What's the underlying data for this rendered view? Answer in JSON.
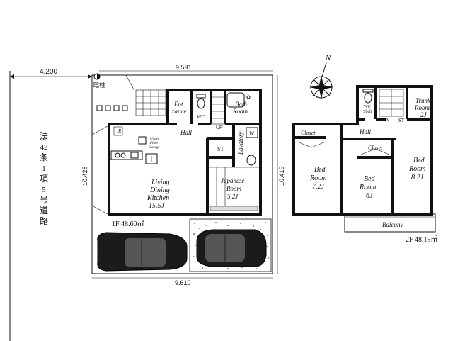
{
  "road": {
    "width_label": "4.200",
    "note_chars": [
      "法",
      "42",
      "条",
      "1",
      "項",
      "5",
      "号",
      "道",
      "路"
    ]
  },
  "site": {
    "pole_label": "電柱",
    "top_dim": "9.591",
    "bottom_dim": "9.610",
    "left_dim": "10.428",
    "right_dim": "10.419"
  },
  "floor1": {
    "area_label": "1F  48.60㎡",
    "rooms": {
      "entrance": [
        "Ent",
        "rance"
      ],
      "wc": "WC",
      "bath": [
        "Bath",
        "Room"
      ],
      "hall": "Hall",
      "up": "UP",
      "lavatory": "Lavatory",
      "w": "W",
      "st": "ST",
      "storage": [
        "Under",
        "Floor",
        "Storage"
      ],
      "r": "R",
      "ldk": [
        "Living",
        "Dining",
        "Kitchen",
        "15.5J"
      ],
      "japanese": [
        "Japanese",
        "Room",
        "5.2J"
      ]
    }
  },
  "floor2": {
    "area_label": "2F  48.19㎡",
    "rooms": {
      "closet_left": "Closet",
      "hall": "Hall",
      "wc_shelf": [
        "WC",
        "Shelf"
      ],
      "dn": "DN",
      "st": "ST",
      "trunk": [
        "Trunk",
        "Room",
        "2J"
      ],
      "bed1": [
        "Bed",
        "Room",
        "7.2J"
      ],
      "closet_mid": "Closet",
      "bed2": [
        "Bed",
        "Room",
        "6J"
      ],
      "bed3": [
        "Bed",
        "Room",
        "8.2J"
      ],
      "balcony": "Balcony"
    }
  },
  "compass": {
    "north": "N"
  }
}
